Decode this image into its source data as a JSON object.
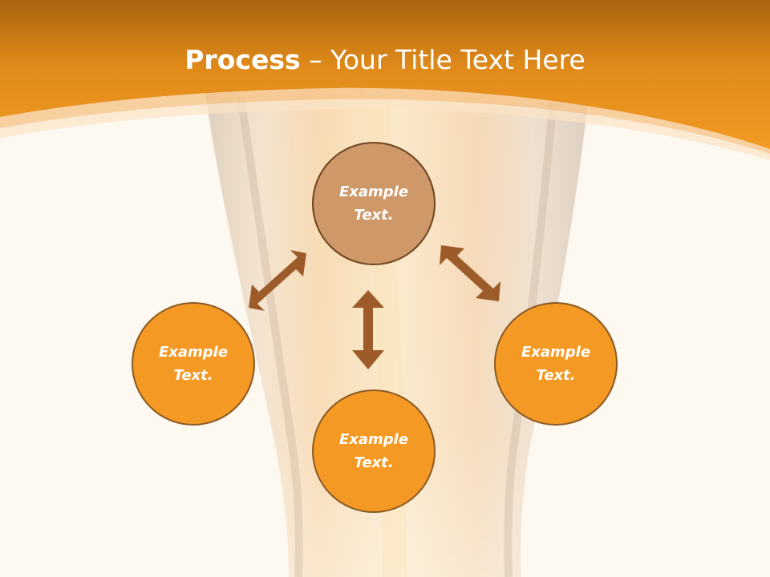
{
  "title": {
    "strong": "Process",
    "dash": " – ",
    "light": "Your Title Text Here"
  },
  "nodes": {
    "top": "Example Text.",
    "left": "Example Text.",
    "right": "Example Text.",
    "bottom": "Example Text."
  },
  "colors": {
    "header_orange": "#f0941c",
    "header_dark": "#a9650e",
    "background": "#fdf9f1",
    "node_center": "#cf9868",
    "node_side": "#f49a24",
    "node_border": "#8b5a23",
    "arrow": "#9c5b29"
  },
  "icons": {
    "arrow_top_left": "double-arrow-icon",
    "arrow_top_right": "double-arrow-icon",
    "arrow_vertical": "double-arrow-icon"
  }
}
